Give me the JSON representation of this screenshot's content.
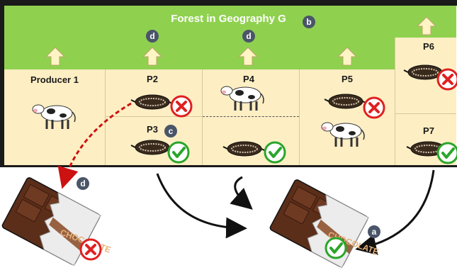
{
  "header": {
    "partial_caption": ""
  },
  "forest": {
    "title": "Forest in Geography G",
    "title_badge": "b"
  },
  "producers": [
    {
      "label": "Producer 1"
    },
    {
      "label": "P2"
    },
    {
      "label": "P3",
      "badge": "c"
    },
    {
      "label": "P4"
    },
    {
      "label": "P5"
    },
    {
      "label": "P6"
    },
    {
      "label": "P7"
    }
  ],
  "badges": {
    "p2_arrow": "d",
    "p4_arrow": "d",
    "bar_left": "d",
    "bar_right": "a"
  },
  "chocolate": {
    "wrapper_text": "CHOCOLATE"
  },
  "colors": {
    "forest": "#8fd14f",
    "panel": "#fdeec3",
    "reject": "#e02020",
    "accept": "#2aa52a",
    "badge": "#4a5568",
    "arrow_red": "#cc1111"
  }
}
